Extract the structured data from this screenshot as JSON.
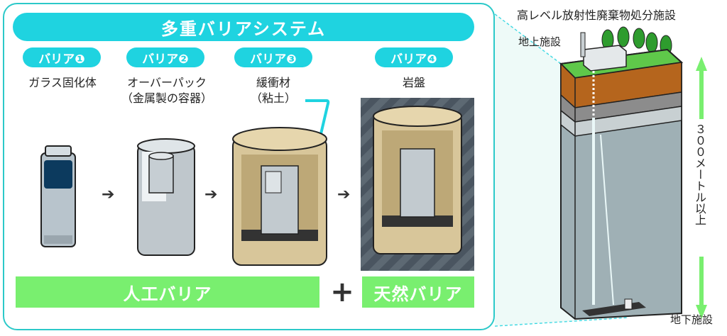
{
  "system_title": "多重バリアシステム",
  "barriers": [
    {
      "badge": "バリア❶",
      "line1": "ガラス固化体",
      "line2": ""
    },
    {
      "badge": "バリア❷",
      "line1": "オーバーパック",
      "line2": "（金属製の容器）"
    },
    {
      "badge": "バリア❸",
      "line1": "緩衝材",
      "line2": "（粘土）"
    },
    {
      "badge": "バリア❹",
      "line1": "岩盤",
      "line2": ""
    }
  ],
  "arrow_glyph": "➔",
  "plus_glyph": "+",
  "artificial_barrier": "人工バリア",
  "natural_barrier": "天然バリア",
  "facility": {
    "title": "高レベル放射性廃棄物処分施設",
    "surface_label": "地上施設",
    "underground_label": "地下施設",
    "depth_label": "３００メートル以上"
  },
  "colors": {
    "accent_cyan": "#1fd3e0",
    "green_bar": "#79ef6f",
    "clay": "#d8c69a",
    "glass_fill": "#0c3a5e",
    "rock": "#4a5560",
    "grass": "#5fc84a",
    "soil": "#b5651d"
  }
}
